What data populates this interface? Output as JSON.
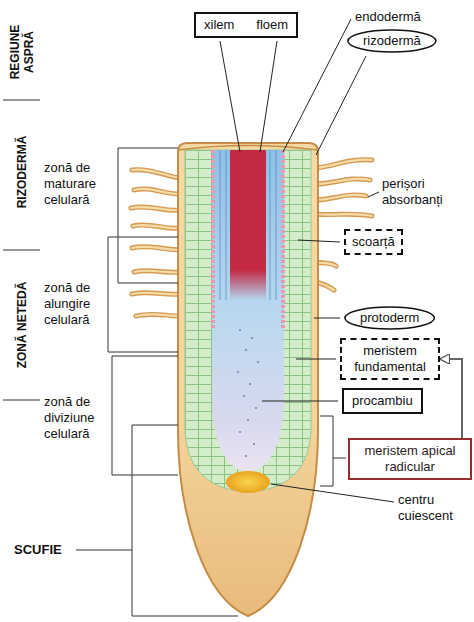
{
  "diagram": {
    "nodes": [
      {
        "text": [
          "xilem",
          "floem"
        ]
      },
      {
        "text": [
          "rizodermă"
        ]
      },
      {
        "text": [
          "scoarță"
        ]
      },
      {
        "text": [
          "protoderm"
        ]
      },
      {
        "text": [
          "meristem fundamental"
        ]
      },
      {
        "text": [
          "procambiu"
        ]
      },
      {
        "text": [
          "meristem apical radicular"
        ]
      }
    ],
    "edges": [
      {
        "from": 6,
        "to": 4,
        "arrow": "to"
      }
    ],
    "labels": [
      "REGIUNE ASPRĂ",
      "RIZODERMĂ",
      "ZONĂ NETEDĂ",
      "SCUFIE",
      "zonă de maturare celulară",
      "zonă de alungire celulară",
      "zonă de diviziune celulară",
      "endodermă",
      "perișori absorbanți",
      "centru cuiescent"
    ]
  }
}
